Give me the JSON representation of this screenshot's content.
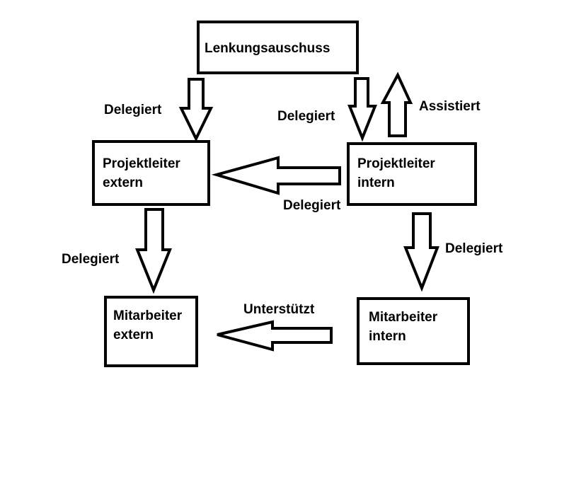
{
  "nodes": {
    "lenkungsausschuss": {
      "lines": [
        "Lenkungsauschuss"
      ]
    },
    "pl_extern": {
      "lines": [
        "Projektleiter",
        "extern"
      ]
    },
    "pl_intern": {
      "lines": [
        "Projektleiter",
        "intern"
      ]
    },
    "ma_extern": {
      "lines": [
        "Mitarbeiter",
        "extern"
      ]
    },
    "ma_intern": {
      "lines": [
        "Mitarbeiter",
        "intern"
      ]
    }
  },
  "edges": {
    "lenk_to_pl_extern": {
      "label": "Delegiert"
    },
    "lenk_to_pl_intern": {
      "label": "Delegiert"
    },
    "pl_intern_to_lenk": {
      "label": "Assistiert"
    },
    "pl_intern_to_pl_extern": {
      "label": "Delegiert"
    },
    "pl_extern_to_ma_extern": {
      "label": "Delegiert"
    },
    "pl_intern_to_ma_intern": {
      "label": "Delegiert"
    },
    "ma_intern_to_ma_extern": {
      "label": "Unterstützt"
    }
  },
  "colors": {
    "stroke": "#000000",
    "fill": "#ffffff",
    "text": "#000000"
  }
}
